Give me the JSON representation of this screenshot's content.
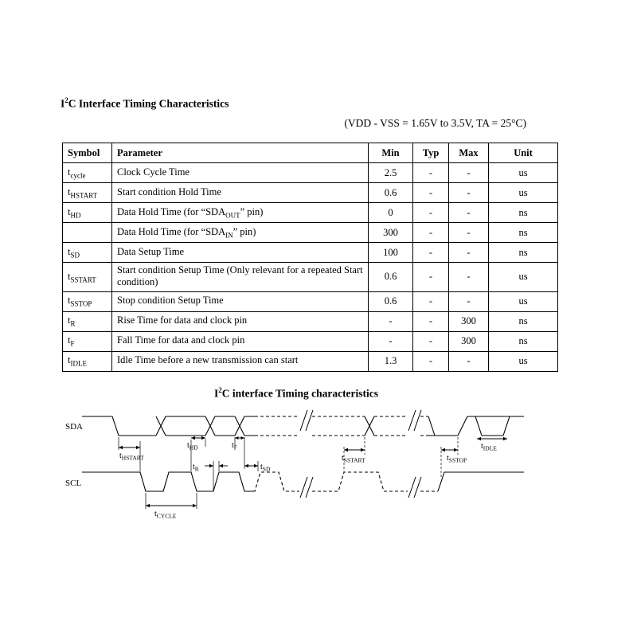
{
  "doc": {
    "title_pre": "I",
    "title_sup": "2",
    "title_post": "C Interface Timing Characteristics",
    "condition": "(VDD - VSS = 1.65V to 3.5V, TA = 25°C)"
  },
  "table": {
    "headers": {
      "symbol": "Symbol",
      "parameter": "Parameter",
      "min": "Min",
      "typ": "Typ",
      "max": "Max",
      "unit": "Unit"
    },
    "rows": [
      {
        "sym_base": "t",
        "sym_sub": "cycle",
        "param_pre": "Clock Cycle Time",
        "param_sub": "",
        "param_post": "",
        "min": "2.5",
        "typ": "-",
        "max": "-",
        "unit": "us"
      },
      {
        "sym_base": "t",
        "sym_sub": "HSTART",
        "param_pre": "Start condition Hold Time",
        "param_sub": "",
        "param_post": "",
        "min": "0.6",
        "typ": "-",
        "max": "-",
        "unit": "us"
      },
      {
        "sym_base": "t",
        "sym_sub": "HD",
        "param_pre": "Data Hold Time (for “SDA",
        "param_sub": "OUT",
        "param_post": "” pin)",
        "min": "0",
        "typ": "-",
        "max": "-",
        "unit": "ns"
      },
      {
        "sym_base": "",
        "sym_sub": "",
        "param_pre": "Data Hold Time (for “SDA",
        "param_sub": "IN",
        "param_post": "” pin)",
        "min": "300",
        "typ": "-",
        "max": "-",
        "unit": "ns"
      },
      {
        "sym_base": "t",
        "sym_sub": "SD",
        "param_pre": "Data Setup Time",
        "param_sub": "",
        "param_post": "",
        "min": "100",
        "typ": "-",
        "max": "-",
        "unit": "ns"
      },
      {
        "sym_base": "t",
        "sym_sub": "SSTART",
        "param_pre": "Start condition Setup Time (Only relevant for a repeated Start condition)",
        "param_sub": "",
        "param_post": "",
        "min": "0.6",
        "typ": "-",
        "max": "-",
        "unit": "us"
      },
      {
        "sym_base": "t",
        "sym_sub": "SSTOP",
        "param_pre": "Stop condition Setup Time",
        "param_sub": "",
        "param_post": "",
        "min": "0.6",
        "typ": "-",
        "max": "-",
        "unit": "us"
      },
      {
        "sym_base": "t",
        "sym_sub": "R",
        "param_pre": "Rise Time for data and clock pin",
        "param_sub": "",
        "param_post": "",
        "min": "-",
        "typ": "-",
        "max": "300",
        "unit": "ns"
      },
      {
        "sym_base": "t",
        "sym_sub": "F",
        "param_pre": "Fall Time for data and clock pin",
        "param_sub": "",
        "param_post": "",
        "min": "-",
        "typ": "-",
        "max": "300",
        "unit": "ns"
      },
      {
        "sym_base": "t",
        "sym_sub": "IDLE",
        "param_pre": "Idle Time before a new transmission can start",
        "param_sub": "",
        "param_post": "",
        "min": "1.3",
        "typ": "-",
        "max": "-",
        "unit": "us"
      }
    ]
  },
  "diagram": {
    "heading_pre": "I",
    "heading_sup": "2",
    "heading_post": "C interface Timing characteristics",
    "labels": {
      "sda": "SDA",
      "scl": "SCL",
      "t_hstart": {
        "base": "t",
        "sub": "HSTART"
      },
      "t_hd": {
        "base": "t",
        "sub": "HD"
      },
      "t_f": {
        "base": "t",
        "sub": "F"
      },
      "t_r": {
        "base": "t",
        "sub": "R"
      },
      "t_sd": {
        "base": "t",
        "sub": "SD"
      },
      "t_sstart": {
        "base": "t",
        "sub": "SSTART"
      },
      "t_sstop": {
        "base": "t",
        "sub": "SSTOP"
      },
      "t_idle": {
        "base": "t",
        "sub": "IDLE"
      },
      "t_cycle": {
        "base": "t",
        "sub": "CYCLE"
      }
    }
  }
}
